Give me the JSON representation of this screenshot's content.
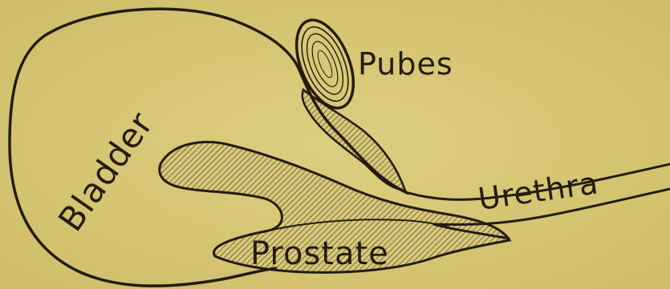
{
  "figure": {
    "labels": {
      "bladder": "Bladder",
      "pubes": "Pubes",
      "urethra": "Urethra",
      "prostate": "Prostate"
    },
    "colors": {
      "paper": "#d8c878",
      "ink": "#241c10",
      "hatch": "#3a3020"
    }
  }
}
